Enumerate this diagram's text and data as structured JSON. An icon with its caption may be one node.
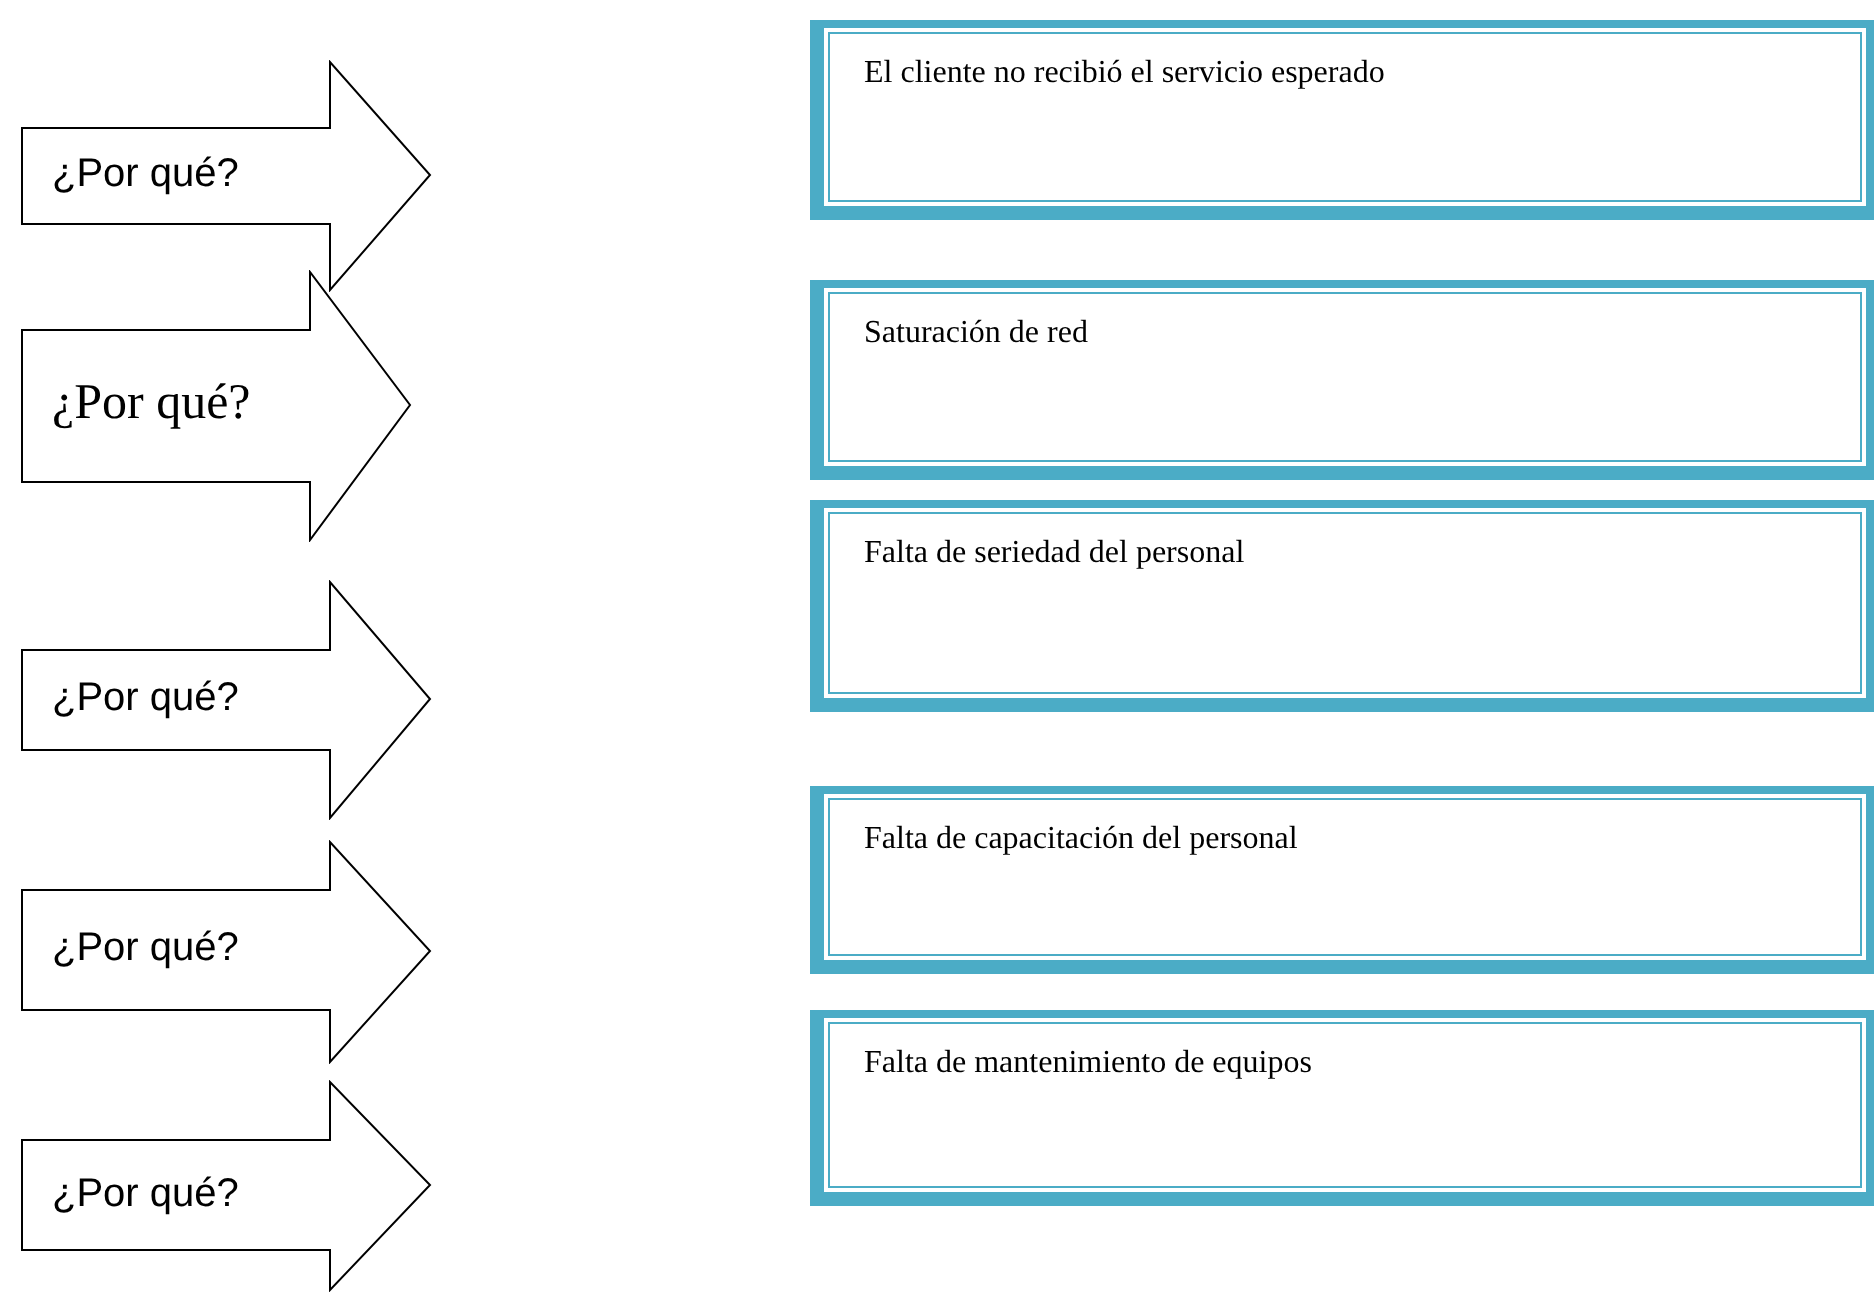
{
  "diagram": {
    "nodes": [
      {
        "text": [
          "¿Por qué?"
        ]
      },
      {
        "text": [
          "El cliente no recibió el servicio esperado"
        ]
      },
      {
        "text": [
          "¿Por qué?"
        ]
      },
      {
        "text": [
          "Saturación de red"
        ]
      },
      {
        "text": [
          "¿Por qué?"
        ]
      },
      {
        "text": [
          "Falta de seriedad del personal"
        ]
      },
      {
        "text": [
          "¿Por qué?"
        ]
      },
      {
        "text": [
          "Falta de capacitación del personal"
        ]
      },
      {
        "text": [
          "¿Por qué?"
        ]
      },
      {
        "text": [
          "Falta de mantenimiento de equipos"
        ]
      }
    ]
  }
}
